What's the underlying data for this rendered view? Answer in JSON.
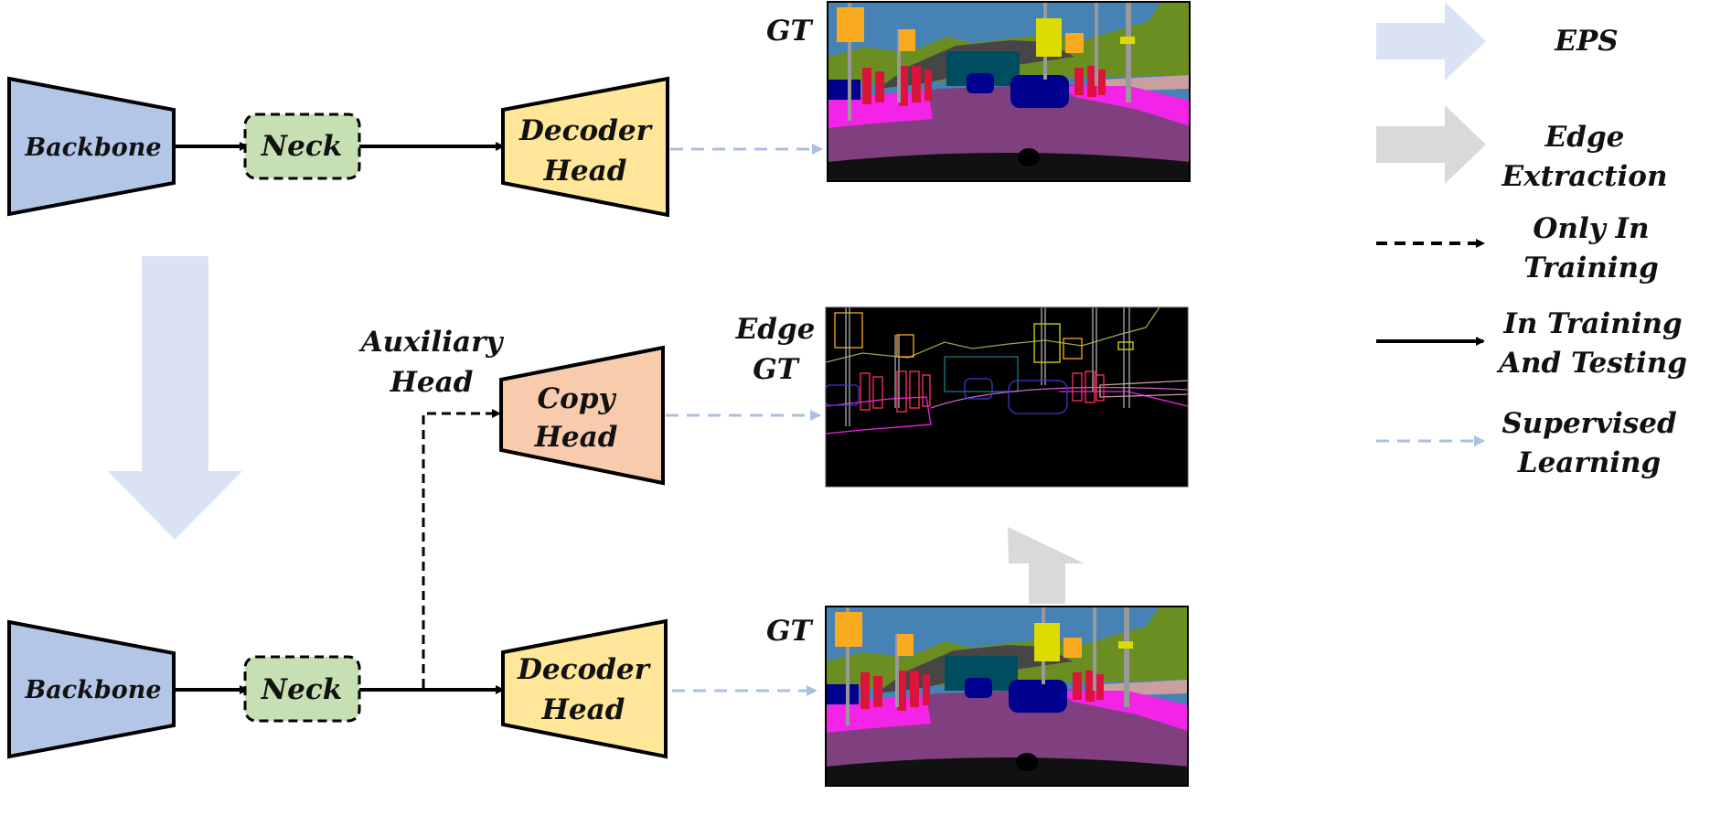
{
  "top_row": {
    "backbone": "Backbone",
    "neck": "Neck",
    "decoder_line1": "Decoder",
    "decoder_line2": "Head",
    "gt_label": "GT"
  },
  "bottom_row": {
    "backbone": "Backbone",
    "neck": "Neck",
    "decoder_line1": "Decoder",
    "decoder_line2": "Head",
    "gt_label": "GT"
  },
  "auxiliary": {
    "label_line1": "Auxiliary",
    "label_line2": "Head",
    "copy_line1": "Copy",
    "copy_line2": "Head",
    "edge_gt_line1": "Edge",
    "edge_gt_line2": "GT"
  },
  "legend": {
    "eps": "EPS",
    "edge_line1": "Edge",
    "edge_line2": "Extraction",
    "only_line1": "Only In",
    "only_line2": "Training",
    "train_test_line1": "In Training",
    "train_test_line2": "And Testing",
    "sup_line1": "Supervised",
    "sup_line2": "Learning"
  },
  "colors": {
    "backbone": "#b4c6e7",
    "neck": "#c6e0b4",
    "decoder": "#ffe699",
    "copy": "#f8cbad",
    "eps_arrow": "#dae3f3",
    "edge_arrow": "#d9d9d9",
    "supervised": "#a9bfe3"
  }
}
